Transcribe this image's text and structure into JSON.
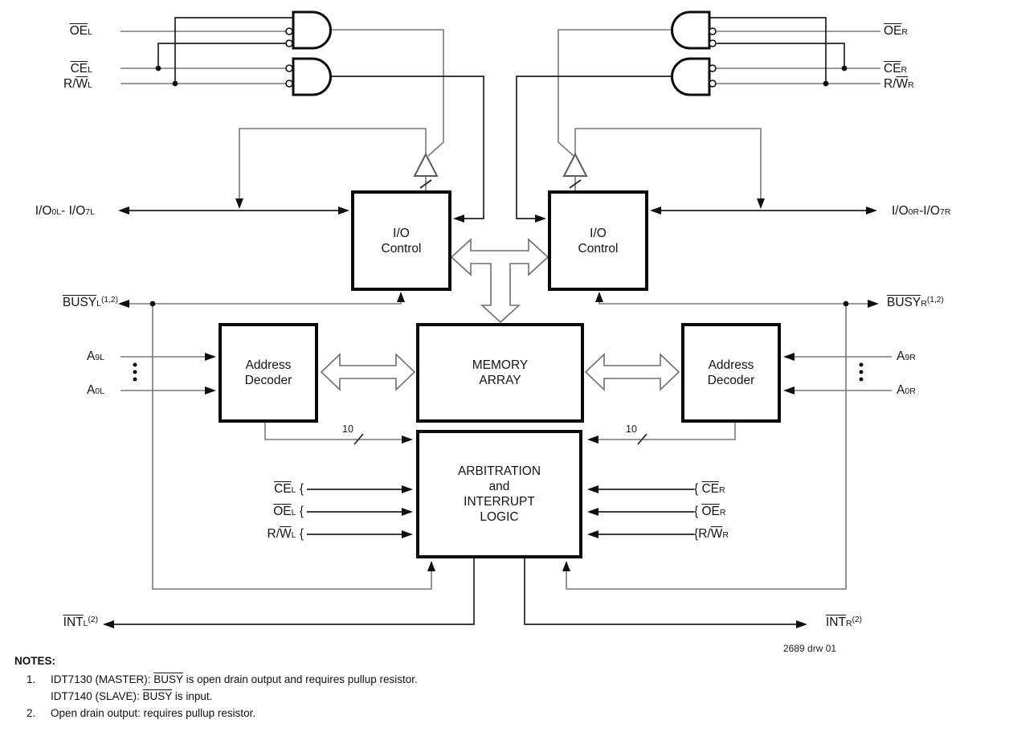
{
  "diagram": {
    "drawing_number": "2689 drw 01",
    "bus_width": "10",
    "blocks": {
      "io_control_left": "I/O\nControl",
      "io_control_right": "I/O\nControl",
      "address_decoder_left": "Address\nDecoder",
      "address_decoder_right": "Address\nDecoder",
      "memory_array": "MEMORY\nARRAY",
      "arbitration": "ARBITRATION\nand\nINTERRUPT\nLOGIC"
    }
  },
  "signals": {
    "oe_l": [
      {
        "t": "OE",
        "k": "ov"
      },
      {
        "t": "L",
        "k": "sub"
      }
    ],
    "ce_l": [
      {
        "t": "CE",
        "k": "ov"
      },
      {
        "t": "L",
        "k": "sub"
      }
    ],
    "rw_l": [
      {
        "t": "R/",
        "k": "p"
      },
      {
        "t": "W",
        "k": "ov"
      },
      {
        "t": "L",
        "k": "sub"
      }
    ],
    "io_l": [
      {
        "t": "I/O",
        "k": "p"
      },
      {
        "t": "0L",
        "k": "sub"
      },
      {
        "t": "- I/O",
        "k": "p"
      },
      {
        "t": "7L",
        "k": "sub"
      }
    ],
    "busy_l": [
      {
        "t": "BUSY",
        "k": "ov"
      },
      {
        "t": "L",
        "k": "sub"
      },
      {
        "t": "(1,2)",
        "k": "sup"
      }
    ],
    "a9_l": [
      {
        "t": "A",
        "k": "p"
      },
      {
        "t": "9L",
        "k": "sub"
      }
    ],
    "a0_l": [
      {
        "t": "A",
        "k": "p"
      },
      {
        "t": "0L",
        "k": "sub"
      }
    ],
    "int_l": [
      {
        "t": "INT",
        "k": "ov"
      },
      {
        "t": "L",
        "k": "sub"
      },
      {
        "t": "(2)",
        "k": "sup"
      }
    ],
    "arb_ce_l": [
      {
        "t": "CE",
        "k": "ov"
      },
      {
        "t": "L",
        "k": "sub"
      },
      {
        "t": " {",
        "k": "p"
      }
    ],
    "arb_oe_l": [
      {
        "t": "OE",
        "k": "ov"
      },
      {
        "t": "L",
        "k": "sub"
      },
      {
        "t": " {",
        "k": "p"
      }
    ],
    "arb_rw_l": [
      {
        "t": "R/",
        "k": "p"
      },
      {
        "t": "W",
        "k": "ov"
      },
      {
        "t": "L",
        "k": "sub"
      },
      {
        "t": " {",
        "k": "p"
      }
    ],
    "oe_r": [
      {
        "t": "OE",
        "k": "ov"
      },
      {
        "t": "R",
        "k": "sub"
      }
    ],
    "ce_r": [
      {
        "t": "CE",
        "k": "ov"
      },
      {
        "t": "R",
        "k": "sub"
      }
    ],
    "rw_r": [
      {
        "t": "R/",
        "k": "p"
      },
      {
        "t": "W",
        "k": "ov"
      },
      {
        "t": "R",
        "k": "sub"
      }
    ],
    "io_r": [
      {
        "t": "I/O",
        "k": "p"
      },
      {
        "t": "0R",
        "k": "sub"
      },
      {
        "t": "-I/O",
        "k": "p"
      },
      {
        "t": "7R",
        "k": "sub"
      }
    ],
    "busy_r": [
      {
        "t": "BUSY",
        "k": "ov"
      },
      {
        "t": "R",
        "k": "sub"
      },
      {
        "t": "(1,2)",
        "k": "sup"
      }
    ],
    "a9_r": [
      {
        "t": "A",
        "k": "p"
      },
      {
        "t": "9R",
        "k": "sub"
      }
    ],
    "a0_r": [
      {
        "t": "A",
        "k": "p"
      },
      {
        "t": "0R",
        "k": "sub"
      }
    ],
    "int_r": [
      {
        "t": "INT",
        "k": "ov"
      },
      {
        "t": "R",
        "k": "sub"
      },
      {
        "t": "(2)",
        "k": "sup"
      }
    ],
    "arb_ce_r": [
      {
        "t": "{ ",
        "k": "p"
      },
      {
        "t": "CE",
        "k": "ov"
      },
      {
        "t": "R",
        "k": "sub"
      }
    ],
    "arb_oe_r": [
      {
        "t": "{ ",
        "k": "p"
      },
      {
        "t": "OE",
        "k": "ov"
      },
      {
        "t": "R",
        "k": "sub"
      }
    ],
    "arb_rw_r": [
      {
        "t": "{",
        "k": "p"
      },
      {
        "t": "R/",
        "k": "p"
      },
      {
        "t": "W",
        "k": "ov"
      },
      {
        "t": "R",
        "k": "sub"
      }
    ]
  },
  "notes": {
    "title": "NOTES:",
    "items": [
      {
        "num": "1.",
        "lines": [
          [
            {
              "t": "IDT7130 (MASTER): ",
              "k": "p"
            },
            {
              "t": "BUSY",
              "k": "ov"
            },
            {
              "t": " is open drain output and requires pullup resistor.",
              "k": "p"
            }
          ],
          [
            {
              "t": "IDT7140 (SLAVE): ",
              "k": "p"
            },
            {
              "t": "BUSY",
              "k": "ov"
            },
            {
              "t": " is input.",
              "k": "p"
            }
          ]
        ]
      },
      {
        "num": "2.",
        "lines": [
          [
            {
              "t": "Open drain output: requires pullup resistor.",
              "k": "p"
            }
          ]
        ]
      }
    ]
  }
}
